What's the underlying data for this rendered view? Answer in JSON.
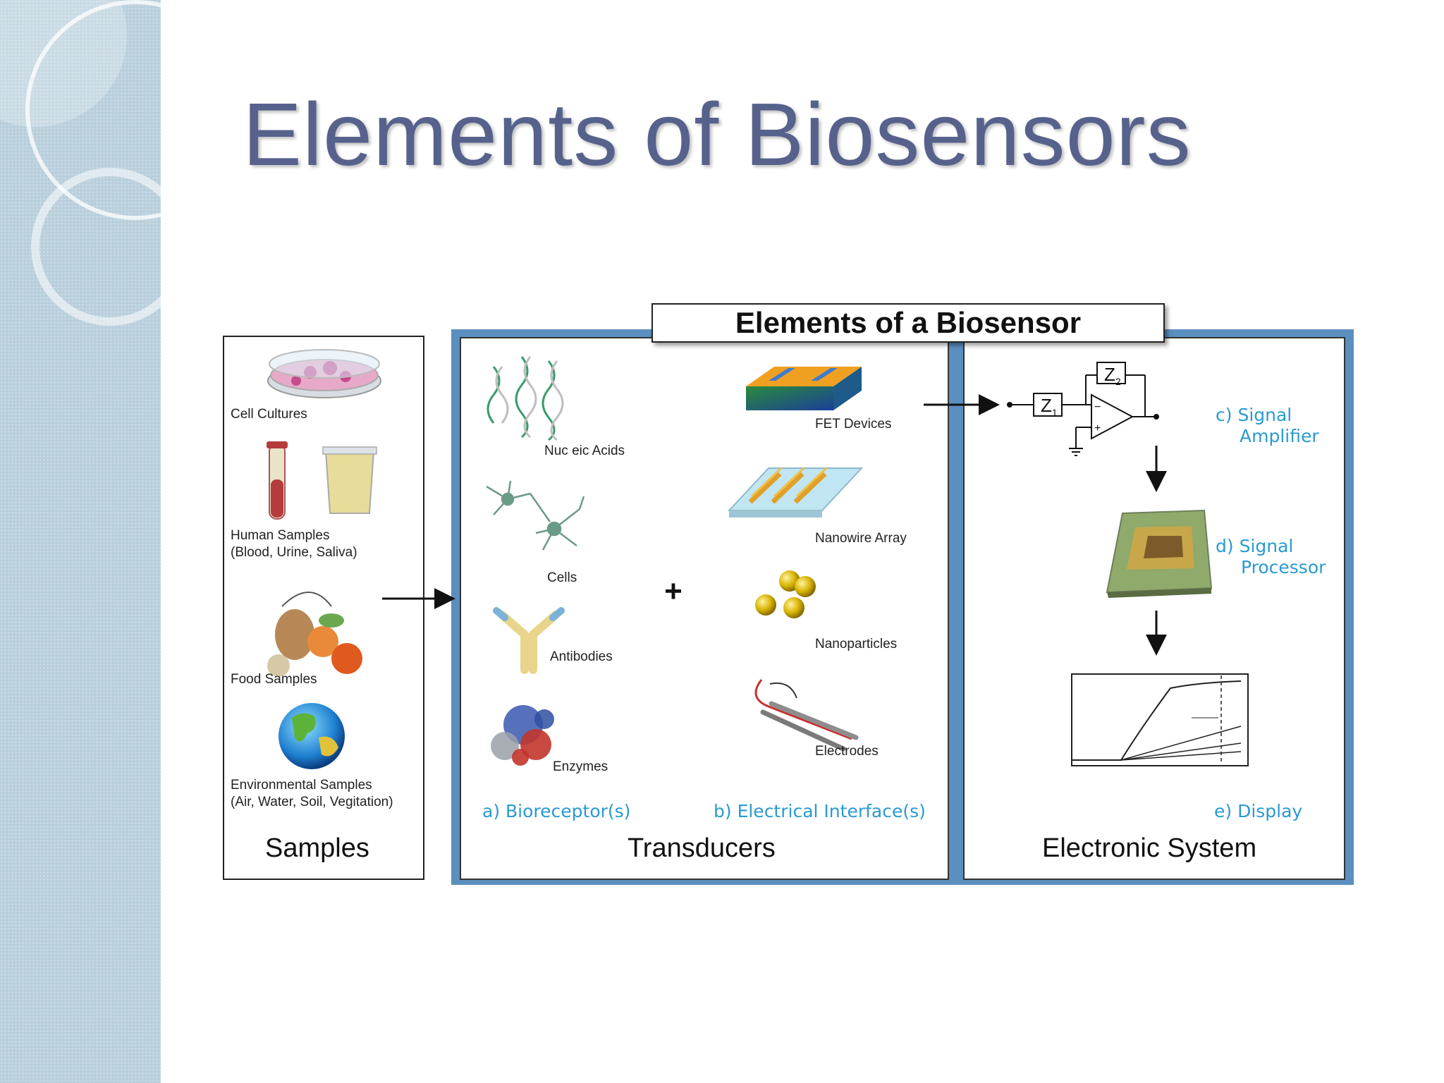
{
  "slide": {
    "title": "Elements of Biosensors"
  },
  "diagram": {
    "header": "Elements of a Biosensor",
    "samples": {
      "heading": "Samples",
      "items": [
        {
          "label": "Cell Cultures"
        },
        {
          "label": "Human Samples",
          "sub": "(Blood, Urine, Saliva)"
        },
        {
          "label": "Food Samples"
        },
        {
          "label": "Environmental Samples",
          "sub": "(Air, Water, Soil, Vegitation)"
        }
      ]
    },
    "transducers": {
      "heading": "Transducers",
      "plus": "+",
      "bioreceptors_caption": "a) Bioreceptor(s)",
      "interfaces_caption": "b) Electrical Interface(s)",
      "bioreceptors": [
        "Nuc eic Acids",
        "Cells",
        "Antibodies",
        "Enzymes"
      ],
      "interfaces": [
        "FET Devices",
        "Nanowire Array",
        "Nanoparticles",
        "Electrodes"
      ]
    },
    "electronic": {
      "heading": "Electronic System",
      "amplifier_caption_1": "c) Signal",
      "amplifier_caption_2": "Amplifier",
      "processor_caption_1": "d) Signal",
      "processor_caption_2": "Processor",
      "display_caption": "e) Display",
      "z1": "Z",
      "z1_sub": "1",
      "z2": "Z",
      "z2_sub": "2"
    }
  }
}
